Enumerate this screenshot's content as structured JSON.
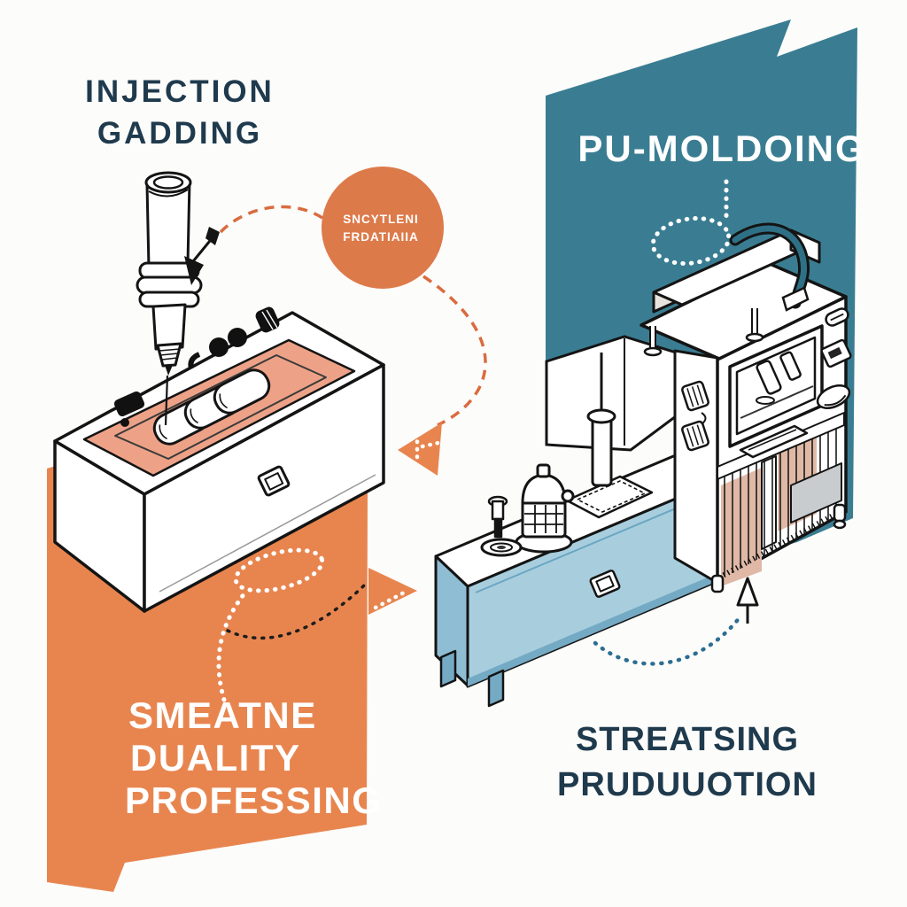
{
  "palette": {
    "background": "#fcfcfa",
    "teal_panel": "#3a7d92",
    "orange_panel": "#e8854f",
    "badge_orange": "#dd7a4a",
    "mold_interior_salmon": "#eda287",
    "cage_salmon": "#e0b9a6",
    "table_blue": "#a8cede",
    "table_blue_dark": "#74aac4",
    "table_blue_edge": "#6ba6c2",
    "shelf_gray": "#c9ccce",
    "hose_teal": "#2e7086",
    "dash_orange": "#d96c3f",
    "dot_blue": "#2c6e92",
    "title_navy": "#1f3a4d",
    "outline_black": "#141414",
    "white": "#ffffff"
  },
  "left_scene": {
    "title_lines": [
      "INJECTION",
      "GADDING"
    ],
    "badge_lines": [
      "SNCYTLENI",
      "FRDATIAIIA"
    ],
    "caption_lines": [
      "SMEATNE",
      "DUALITY",
      "PROFESSING"
    ],
    "illustration": "injection-nozzle-filling-open-mold-tray"
  },
  "right_scene": {
    "title": "PU-MOLDOING",
    "caption_lines": [
      "STREATSING",
      "PRUDUUOTION"
    ],
    "illustration": "pu-molding-machine-with-workbench"
  }
}
